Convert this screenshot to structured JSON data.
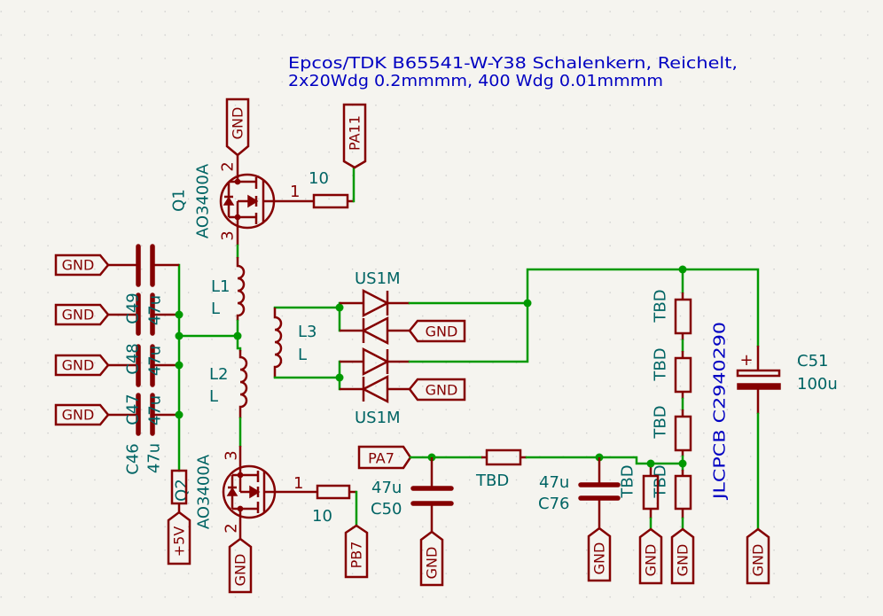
{
  "colors": {
    "background": "#F5F4EF",
    "wire": "#009900",
    "symbol": "#840000",
    "field_text": "#006464",
    "note_text": "#0000C2",
    "grid": "#C8C8C8"
  },
  "note": {
    "line1": "Epcos/TDK B65541-W-Y38 Schalenkern, Reichelt,",
    "line2": "2x20Wdg 0.2mmmm, 400 Wdg 0.01mmmm"
  },
  "q1": {
    "ref": "Q1",
    "value": "AO3400A",
    "pin_top": "2",
    "pin_bottom": "3",
    "pin_gate": "1",
    "top_power": "GND",
    "gate_net": "PA11",
    "gate_resistor": "10"
  },
  "q2": {
    "ref": "Q2",
    "value": "AO3400A",
    "pin_top": "3",
    "pin_bottom": "2",
    "pin_gate": "1",
    "bottom_power": "GND",
    "gate_net": "PB7",
    "gate_resistor": "10"
  },
  "supply": {
    "label": "+5V"
  },
  "inductors": [
    {
      "ref": "L1",
      "value": "L"
    },
    {
      "ref": "L2",
      "value": "L"
    },
    {
      "ref": "L3",
      "value": "L"
    }
  ],
  "input_caps": {
    "gnd_tags": [
      "GND",
      "GND",
      "GND",
      "GND"
    ],
    "labels": [
      {
        "ref": "C49",
        "value": "47u"
      },
      {
        "ref": "C48",
        "value": "47u"
      },
      {
        "ref": "C47",
        "value": "47u"
      },
      {
        "ref": "C46",
        "value": "47u"
      }
    ]
  },
  "rectifier": {
    "value_top": "US1M",
    "value_bottom": "US1M",
    "gnd_tags": [
      "GND",
      "GND"
    ]
  },
  "output": {
    "c51": {
      "ref": "C51",
      "value": "100u",
      "polarity": "+",
      "gnd": "GND"
    },
    "part_note": "JLCPCB C2940290",
    "divider_values": [
      "TBD",
      "TBD",
      "TBD"
    ],
    "lower_values": [
      "TBD",
      "TBD"
    ],
    "divider_gnds": [
      "GND",
      "GND"
    ]
  },
  "filter": {
    "net": "PA7",
    "resistor": "TBD",
    "c50": {
      "ref": "C50",
      "value": "47u",
      "gnd": "GND"
    },
    "c76": {
      "ref": "C76",
      "value": "47u",
      "gnd": "GND"
    }
  }
}
